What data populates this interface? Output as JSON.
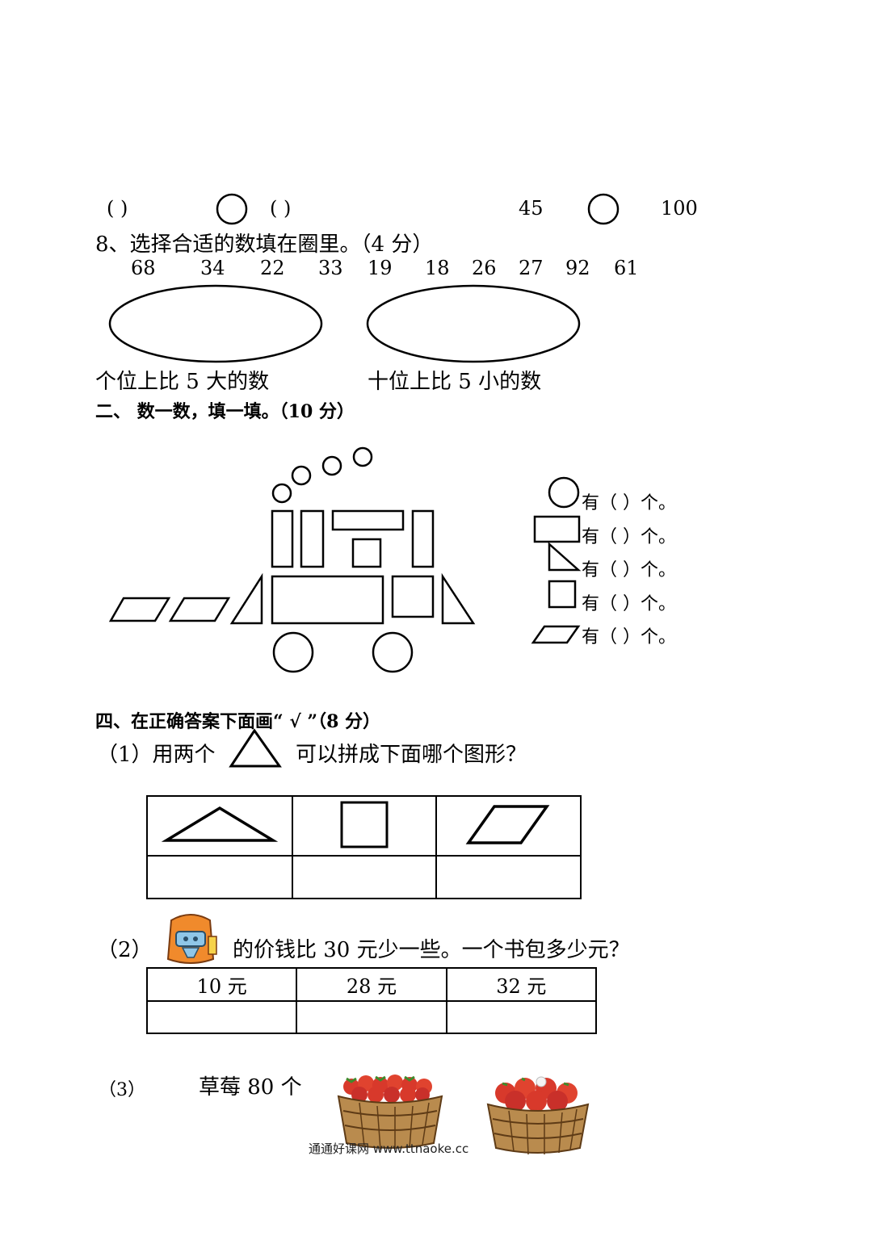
{
  "compare_row": {
    "paren1": "(     )",
    "paren2": "(     )",
    "num_left": "45",
    "num_right": "100"
  },
  "q8": {
    "title": "8、选择合适的数填在圈里。（4 分）",
    "numbers": [
      "68",
      "34",
      "22",
      "33",
      "19",
      "18",
      "26",
      "27",
      "92",
      "61"
    ],
    "label_left": "个位上比 5 大的数",
    "label_right": "十位上比 5 小的数"
  },
  "section2": {
    "title": "二、 数一数，填一填。（10 分）",
    "count_rows": [
      {
        "shape": "circle-icon",
        "text": "有（     ）个。"
      },
      {
        "shape": "rectangle-icon",
        "text": "有（     ）个。"
      },
      {
        "shape": "triangle-icon",
        "text": "有（     ）个。"
      },
      {
        "shape": "square-icon",
        "text": "有（     ）个。"
      },
      {
        "shape": "parallelogram-icon",
        "text": "有（     ）个。"
      }
    ]
  },
  "section4": {
    "title": "四、在正确答案下面画“ √ ”（8 分）",
    "q1": {
      "prefix": "（1）用两个",
      "suffix": "可以拼成下面哪个图形？"
    },
    "q2": {
      "prefix": "（2）",
      "suffix": "的价钱比 30 元少一些。一个书包多少元？",
      "options": [
        "10 元",
        "28 元",
        "32 元"
      ]
    },
    "q3": {
      "prefix": "（3）",
      "text": "草莓 80 个"
    }
  },
  "watermark": "通通好课网 www.ttnaoke.cc"
}
